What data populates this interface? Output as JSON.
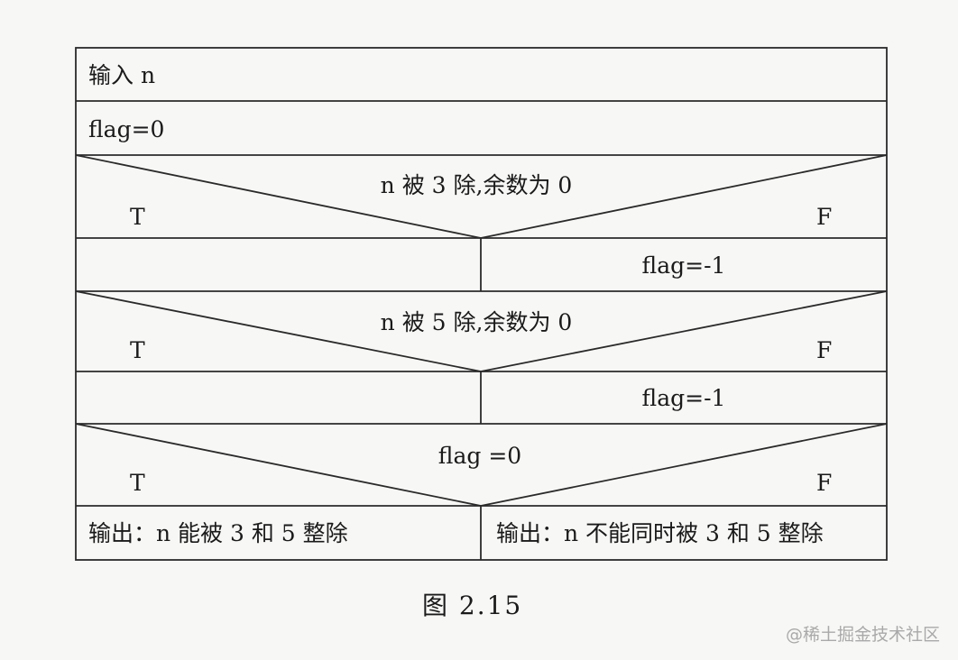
{
  "diagram": {
    "input": "输入 n",
    "init": "flag=0",
    "decision1": {
      "condition": "n 被 3 除,余数为 0",
      "true_label": "T",
      "false_label": "F",
      "false_action": "flag=-1"
    },
    "decision2": {
      "condition": "n 被 5 除,余数为 0",
      "true_label": "T",
      "false_label": "F",
      "false_action": "flag=-1"
    },
    "decision3": {
      "condition": "flag =0",
      "true_label": "T",
      "false_label": "F",
      "true_output": "输出：n 能被 3 和 5 整除",
      "false_output": "输出：n 不能同时被 3 和 5 整除"
    }
  },
  "caption": "图  2.15",
  "watermark": "@稀土掘金技术社区",
  "colors": {
    "line": "#2a2a2a",
    "background": "#f7f7f5"
  }
}
